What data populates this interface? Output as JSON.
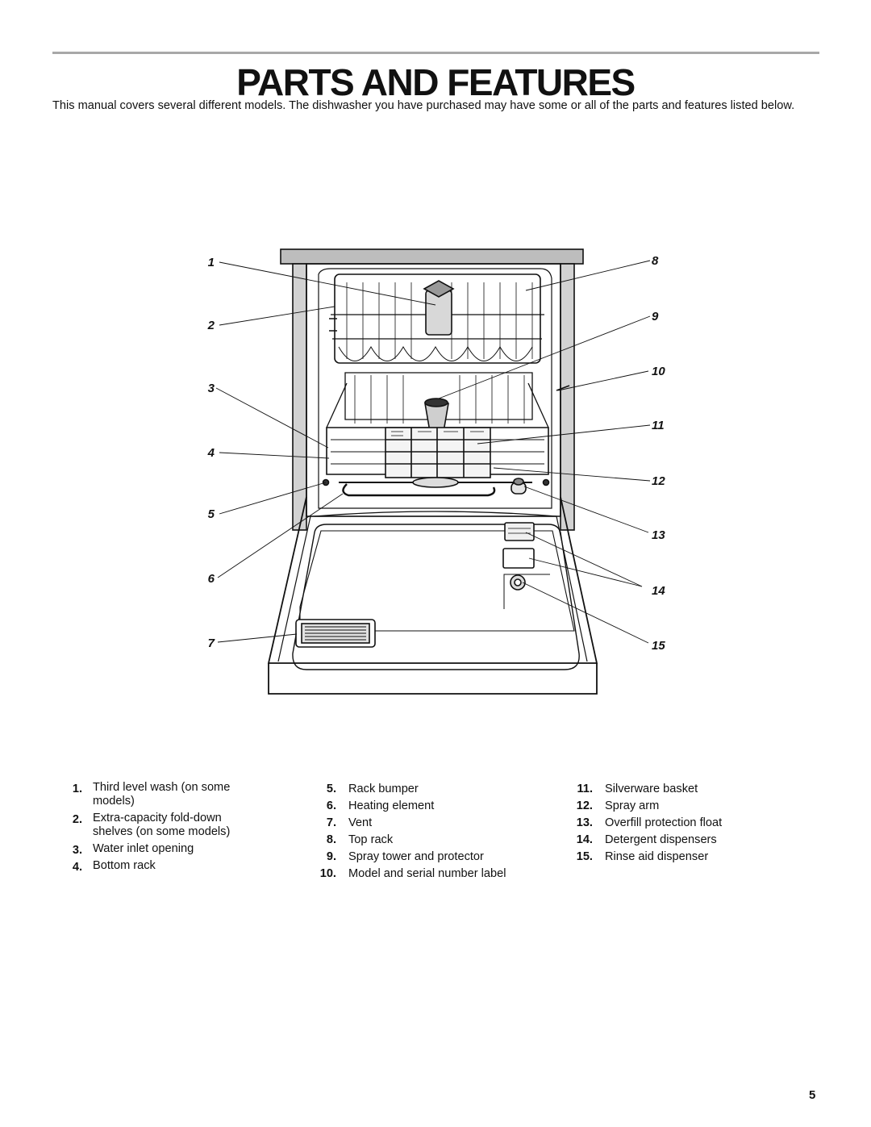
{
  "header": {
    "title": "PARTS AND FEATURES"
  },
  "intro": "This manual covers several different models. The dishwasher you have purchased may have some or all of the parts and features listed below.",
  "callouts_left": [
    "1",
    "2",
    "3",
    "4",
    "5",
    "6",
    "7"
  ],
  "callouts_right": [
    "8",
    "9",
    "10",
    "11",
    "12",
    "13",
    "14",
    "15"
  ],
  "parts": {
    "col1": [
      {
        "num": "1.",
        "label": "Third level wash (on some models)"
      },
      {
        "num": "2.",
        "label": "Extra-capacity fold-down shelves (on some models)"
      },
      {
        "num": "3.",
        "label": "Water inlet opening"
      },
      {
        "num": "4.",
        "label": "Bottom rack"
      }
    ],
    "col2": [
      {
        "num": "5.",
        "label": "Rack bumper"
      },
      {
        "num": "6.",
        "label": "Heating element"
      },
      {
        "num": "7.",
        "label": "Vent"
      },
      {
        "num": "8.",
        "label": "Top rack"
      },
      {
        "num": "9.",
        "label": "Spray tower and protector"
      },
      {
        "num": "10.",
        "label": "Model and serial number label"
      }
    ],
    "col3": [
      {
        "num": "11.",
        "label": "Silverware basket"
      },
      {
        "num": "12.",
        "label": "Spray arm"
      },
      {
        "num": "13.",
        "label": "Overfill protection float"
      },
      {
        "num": "14.",
        "label": "Detergent dispensers"
      },
      {
        "num": "15.",
        "label": "Rinse aid dispenser"
      }
    ]
  },
  "page_number": "5"
}
